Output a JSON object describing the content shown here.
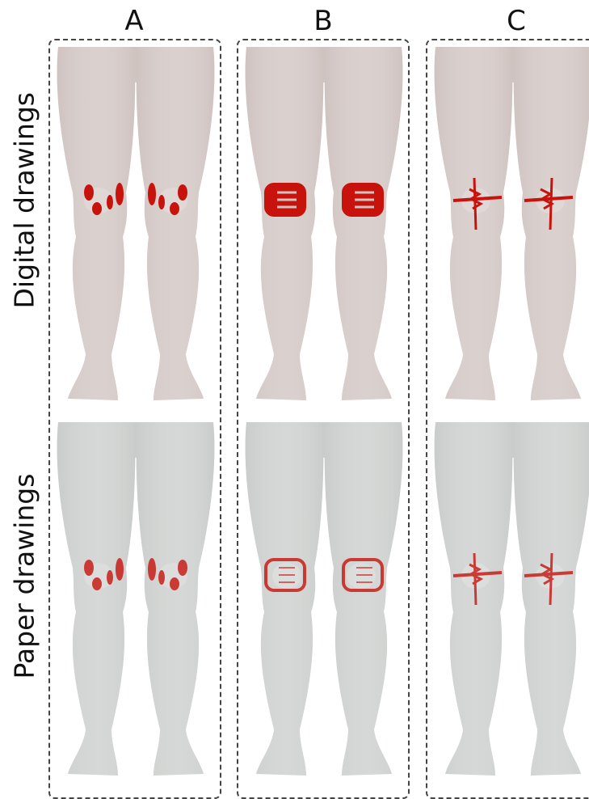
{
  "columns": [
    "A",
    "B",
    "C"
  ],
  "rows": [
    "Digital drawings",
    "Paper drawings"
  ],
  "colors": {
    "digital_skin": "#cfc3c0",
    "paper_skin": "#c9ccca",
    "annotation": "#c8130d"
  }
}
